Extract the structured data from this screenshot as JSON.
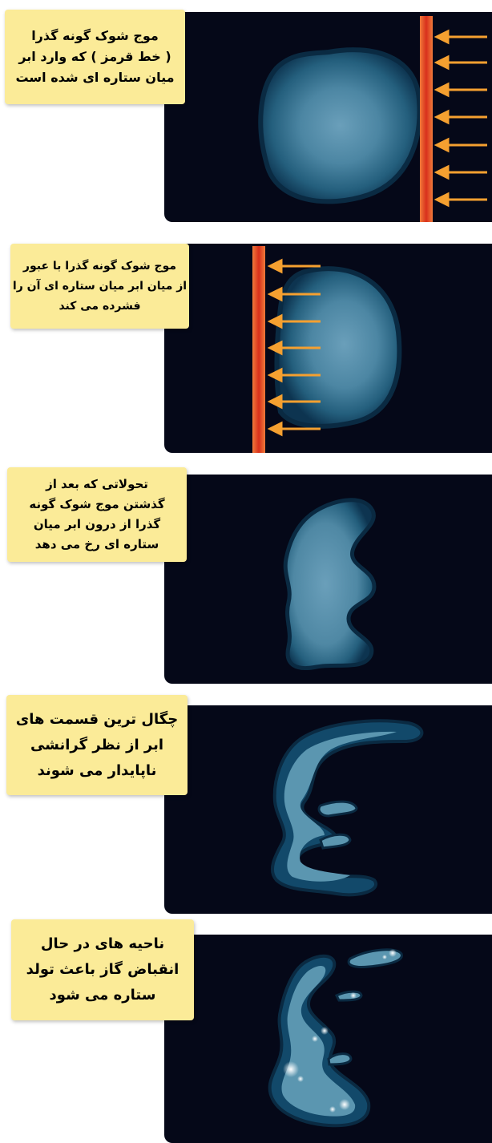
{
  "captions": [
    "موج  شوک گونه گذرا\n( خط قرمز ) که وارد ابر\nمیان ستاره ای شده است",
    "موج  شوک گونه گذرا با عبور\nاز میان ابر میان ستاره ای آن را\nفشرده می کند",
    "تحولاتی که بعد از\nگذشتن موج شوک گونه\nگذرا از درون ابر میان\nستاره ای رخ می دهد",
    "چگال ترین قسمت های\nابر از نظر گرانشی\nناپایدار می شوند",
    "ناحیه های در حال\nانقباض گاز  باعث تولد\nستاره می شود"
  ],
  "colors": {
    "panel_background": "#050818",
    "callout_background": "#fbeb98",
    "shock_line": "#e8502a",
    "arrow": "#f5a030",
    "cloud_core": "#5b96b0",
    "cloud_edge": "#0d3f5c"
  }
}
